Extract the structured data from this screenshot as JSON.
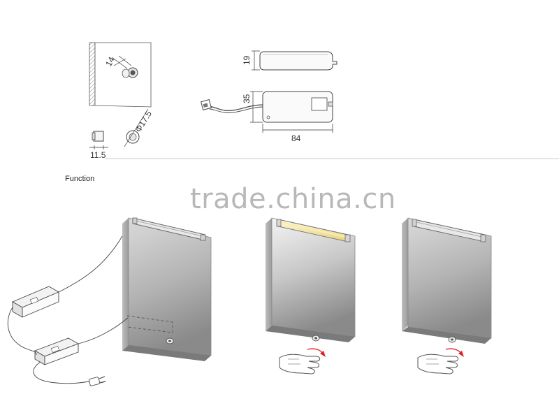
{
  "dimensions": {
    "sensor_height": "14",
    "sensor_diameter": "Φ17.5",
    "sensor_depth": "11.5",
    "driver_height": "19",
    "driver_width": "35",
    "driver_length": "84"
  },
  "section_title": "Function",
  "watermark": "trade.china.cn",
  "colors": {
    "line": "#333333",
    "door_top": "#cfcfcf",
    "door_bottom": "#8d8d8d",
    "led_lit": "#f2e6a0",
    "arrow": "#e02020"
  }
}
